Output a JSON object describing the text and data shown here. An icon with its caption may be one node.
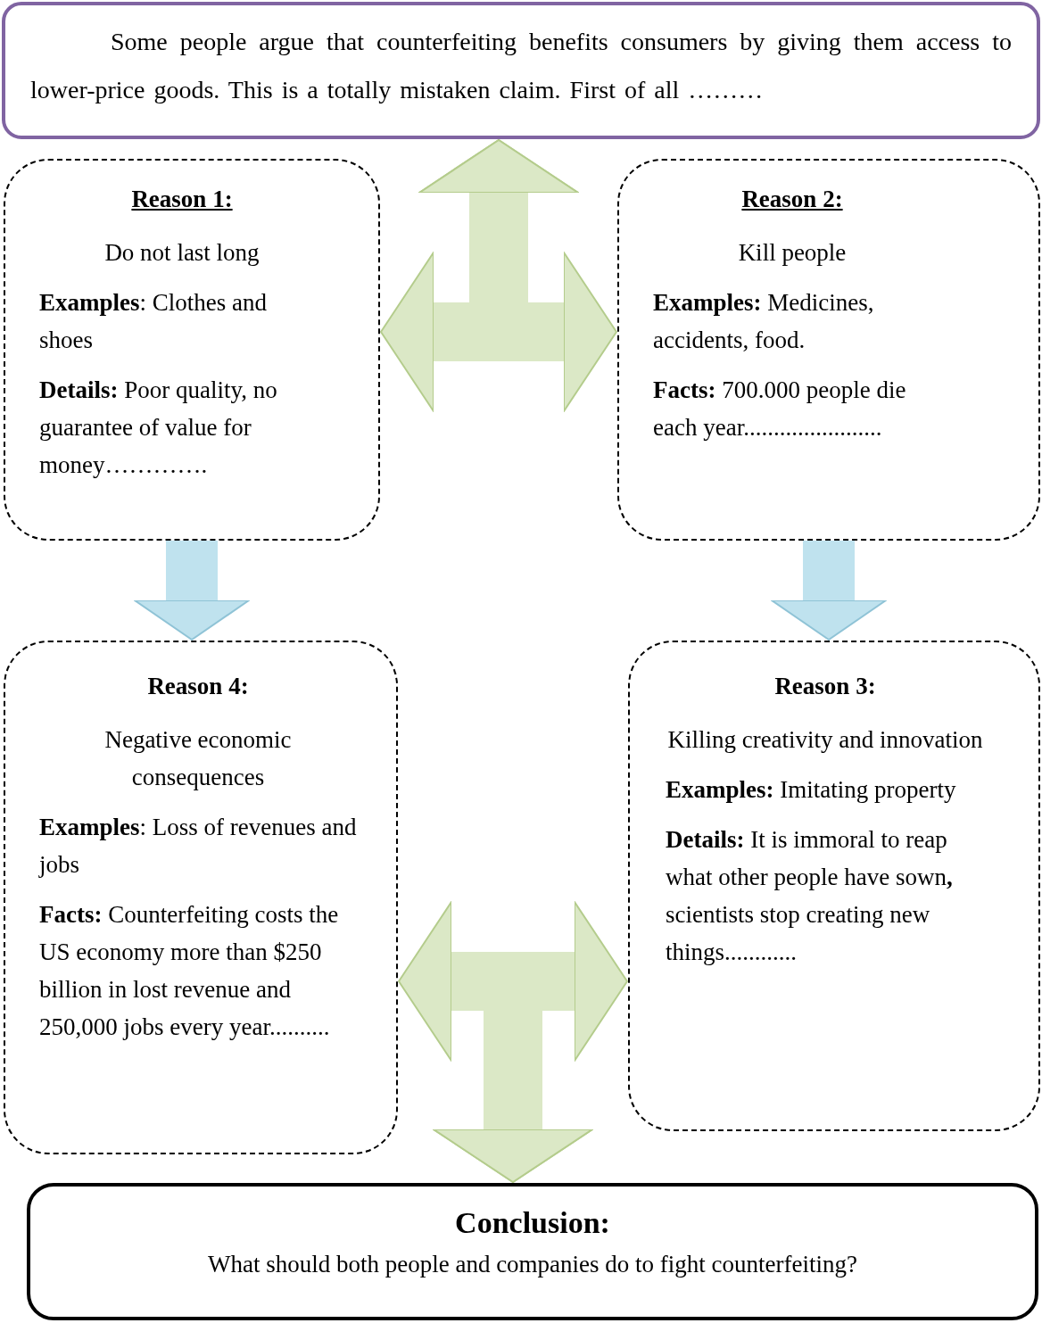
{
  "diagram": {
    "nodes": [
      {
        "text": [
          "Some people argue that counterfeiting benefits consumers by giving them access to lower-price goods. This is a totally mistaken claim. First of all ………"
        ]
      },
      {
        "text": [
          "Reason 1:",
          "Do not last long",
          "**Examples**: Clothes and shoes",
          "**Details:** Poor quality, no guarantee of value for money…………."
        ]
      },
      {
        "text": [
          "Reason 2:",
          "Kill people",
          "**Examples:** Medicines, accidents, food.",
          "**Facts:** 700.000 people die each year......................."
        ]
      },
      {
        "text": [
          "Reason 4:",
          "Negative economic consequences",
          "**Examples**: Loss of revenues and jobs",
          "**Facts:** Counterfeiting costs the US economy more than $250 billion in lost revenue and 250,000 jobs every year.........."
        ]
      },
      {
        "text": [
          "Reason 3:",
          "Killing creativity and innovation",
          "**Examples:** Imitating property",
          "**Details:** It is immoral to reap what other people have sown**,** scientists stop creating new things............"
        ]
      },
      {
        "text": [
          "Conclusion:",
          "What should both people and companies do to fight counterfeiting?"
        ]
      }
    ],
    "edges": [
      {
        "from": 1,
        "to": 0,
        "arrow": "both"
      },
      {
        "from": 2,
        "to": 0,
        "arrow": "both"
      },
      {
        "from": 1,
        "to": 3,
        "arrow": "to",
        "color": "#bfe2ee"
      },
      {
        "from": 2,
        "to": 4,
        "arrow": "to",
        "color": "#bfe2ee"
      },
      {
        "from": 3,
        "to": 5,
        "arrow": "both"
      },
      {
        "from": 4,
        "to": 5,
        "arrow": "both"
      }
    ]
  }
}
